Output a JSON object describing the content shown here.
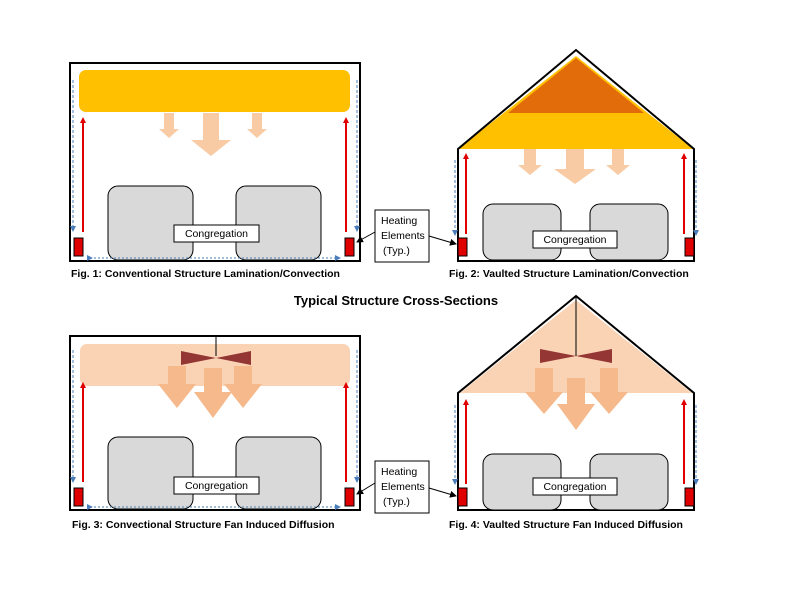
{
  "title": "Typical Structure Cross-Sections",
  "figures": [
    {
      "caption": "Fig. 1: Conventional Structure Lamination/Convection",
      "congregation_label": "Congregation"
    },
    {
      "caption": "Fig. 2: Vaulted Structure Lamination/Convection",
      "congregation_label": "Congregation"
    },
    {
      "caption": "Fig. 3: Convectional Structure Fan Induced Diffusion",
      "congregation_label": "Congregation"
    },
    {
      "caption": "Fig. 4: Vaulted Structure Fan Induced Diffusion",
      "congregation_label": "Congregation"
    }
  ],
  "callouts": [
    {
      "lines": [
        "Heating",
        "Elements",
        "(Typ.)"
      ]
    },
    {
      "lines": [
        "Heating",
        "Elements",
        "(Typ.)"
      ]
    }
  ],
  "colors": {
    "hot_air": "#FFC000",
    "hot_air_peak": "#E36C0A",
    "diffused_air": "#F9D3B4",
    "air_arrow": "#F9CBA4",
    "fan_arrow": "#F5B98C",
    "heater": "#E00000",
    "riser": "#E00000",
    "return_flow": "#4A7EBB",
    "pew": "#D9D9D9",
    "fan": "#943634"
  }
}
